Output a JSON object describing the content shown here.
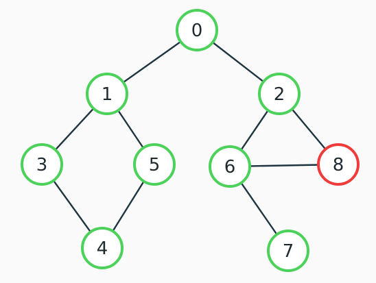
{
  "colors": {
    "default": "#4cd15a",
    "highlight": "#ef3b3b",
    "edge": "#1e3440"
  },
  "nodes": [
    {
      "id": "0",
      "label": "0",
      "state": "default"
    },
    {
      "id": "1",
      "label": "1",
      "state": "default"
    },
    {
      "id": "2",
      "label": "2",
      "state": "default"
    },
    {
      "id": "3",
      "label": "3",
      "state": "default"
    },
    {
      "id": "5",
      "label": "5",
      "state": "default"
    },
    {
      "id": "6",
      "label": "6",
      "state": "default"
    },
    {
      "id": "8",
      "label": "8",
      "state": "highlight"
    },
    {
      "id": "4",
      "label": "4",
      "state": "default"
    },
    {
      "id": "7",
      "label": "7",
      "state": "default"
    }
  ],
  "edges": [
    [
      "0",
      "1"
    ],
    [
      "0",
      "2"
    ],
    [
      "1",
      "3"
    ],
    [
      "1",
      "5"
    ],
    [
      "3",
      "4"
    ],
    [
      "5",
      "4"
    ],
    [
      "2",
      "6"
    ],
    [
      "2",
      "8"
    ],
    [
      "6",
      "8"
    ],
    [
      "6",
      "7"
    ]
  ]
}
